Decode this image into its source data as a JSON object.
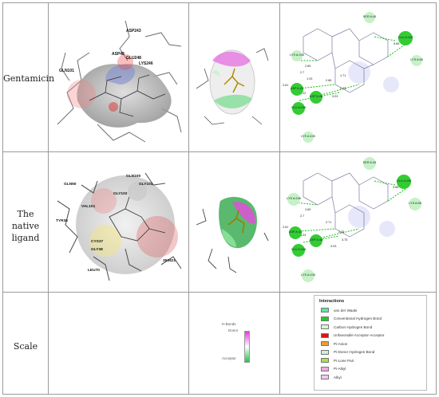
{
  "rows": [
    {
      "label": "Gentamicin"
    },
    {
      "label": "The native ligand"
    },
    {
      "label": "Scale"
    }
  ],
  "gentamicin": {
    "surface_labels": [
      "ASP243",
      "ASP48",
      "GLU248",
      "LYS246",
      "GLN101"
    ],
    "residues": [
      {
        "label": "SER A:45",
        "color": "#c6f2c6"
      },
      {
        "label": "GLU A:100",
        "color": "#33cc33"
      },
      {
        "label": "LYS A:246",
        "color": "#c6f2c6"
      },
      {
        "label": "LYS A:98",
        "color": "#c6f2c6"
      },
      {
        "label": "ASP A:43",
        "color": "#33cc33"
      },
      {
        "label": "ASP A:48",
        "color": "#33cc33"
      },
      {
        "label": "GLU A:248",
        "color": "#33cc33"
      },
      {
        "label": "LYS A:105",
        "color": "#c6f2c6"
      }
    ],
    "distances": [
      "5.65",
      "2.89",
      "2.7",
      "1.93",
      "2.61",
      "3.22",
      "2.86",
      "1.71",
      "2.25",
      "3.03"
    ]
  },
  "native": {
    "surface_labels": [
      "GLN50",
      "GLN100",
      "GLY103",
      "VAL101",
      "TYR36",
      "GLY102",
      "CYS37",
      "GLY38",
      "LEU70",
      "353421"
    ],
    "residues": [
      {
        "label": "SER A:45",
        "color": "#c6f2c6"
      },
      {
        "label": "GLU A:100",
        "color": "#33cc33"
      },
      {
        "label": "LYS A:246",
        "color": "#c6f2c6"
      },
      {
        "label": "LYS A:98",
        "color": "#c6f2c6"
      },
      {
        "label": "ASP A:43",
        "color": "#33cc33"
      },
      {
        "label": "ASP A:48",
        "color": "#33cc33"
      },
      {
        "label": "GLU A:248",
        "color": "#33cc33"
      },
      {
        "label": "LYS A:105",
        "color": "#c6f2c6"
      }
    ],
    "distances": [
      "3.66",
      "2.89",
      "2.7",
      "2.61",
      "3.24",
      "2.71",
      "2.25",
      "3.75",
      "3.03"
    ]
  },
  "scale": {
    "title": "H-Bonds",
    "donor": "Donor",
    "acceptor": "Acceptor",
    "donor_color": "#e23be0",
    "acceptor_color": "#22c24a"
  },
  "legend": {
    "title": "Interactions",
    "items": [
      {
        "label": "van der Waals",
        "color": "#5fe3a6"
      },
      {
        "label": "Conventional Hydrogen Bond",
        "color": "#22cc22"
      },
      {
        "label": "Carbon Hydrogen Bond",
        "color": "#d9f5d9"
      },
      {
        "label": "Unfavorable Acceptor-Acceptor",
        "color": "#e01010"
      },
      {
        "label": "Pi-Anion",
        "color": "#f59a2a"
      },
      {
        "label": "Pi-Donor Hydrogen Bond",
        "color": "#c8f0dc"
      },
      {
        "label": "Pi-Lone Pair",
        "color": "#a8e04a"
      },
      {
        "label": "Pi-Alkyl",
        "color": "#f2a8e6"
      },
      {
        "label": "Alkyl",
        "color": "#f5c8f0"
      }
    ]
  }
}
